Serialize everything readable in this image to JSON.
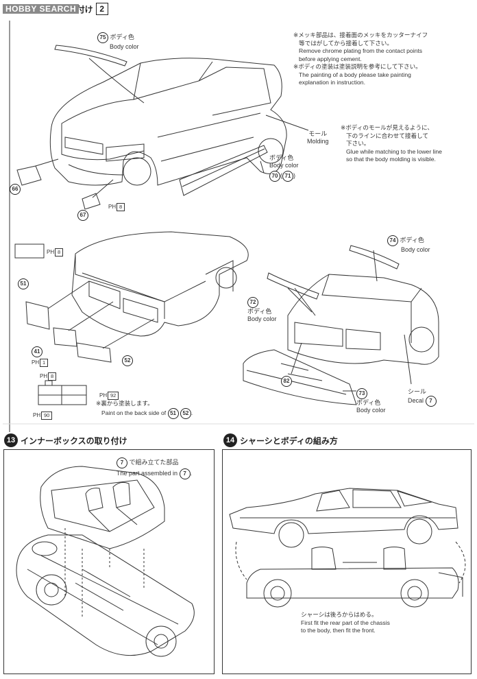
{
  "watermark": "HOBBY SEARCH",
  "step12": {
    "title": "ロイヤルエアロ取り付け",
    "sub_num": "2",
    "notes": [
      "※メッキ部品は、接着面のメッキをカッターナイフ",
      "等ではがしてから接着して下さい。",
      "Remove chrome plating from the contact points",
      "before applying cement.",
      "※ボディの塗装は塗装説明を参考にして下さい。",
      "The painting of a body please take painting",
      "explanation in instruction."
    ],
    "molding_jp": "モール",
    "molding_en": "Molding",
    "molding_note": [
      "※ボディのモールが見えるように、",
      "下のラインに合わせて接着して",
      "下さい。",
      "Glue while matching to the lower line",
      "so that the body molding is visible."
    ],
    "body_color_jp": "ボディ色",
    "body_color_en": "Body color",
    "parts": {
      "p75": "75",
      "p70": "70",
      "p71": "71",
      "p66": "66",
      "p67": "67",
      "p51": "51",
      "p41": "41",
      "p52": "52",
      "p72": "72",
      "p74": "74",
      "p73": "73",
      "p82": "82",
      "p7": "7"
    },
    "ph": "PH",
    "ph8": "8",
    "ph1": "1",
    "ph92": "92",
    "ph90": "90",
    "decal_jp": "シール",
    "decal_en": "Decal",
    "back_side_jp": "※裏から塗装します。",
    "back_side_en": "Paint on the back side of"
  },
  "step13": {
    "num": "13",
    "title": "インナーボックスの取り付け",
    "part_jp": "で組み立てた部品",
    "part_en": "The part assembled in"
  },
  "step14": {
    "num": "14",
    "title": "シャーシとボディの組み方",
    "note_jp": "シャーシは後ろからはめる。",
    "note_en1": "First fit the rear part of the chassis",
    "note_en2": "to the body, then fit the front."
  }
}
